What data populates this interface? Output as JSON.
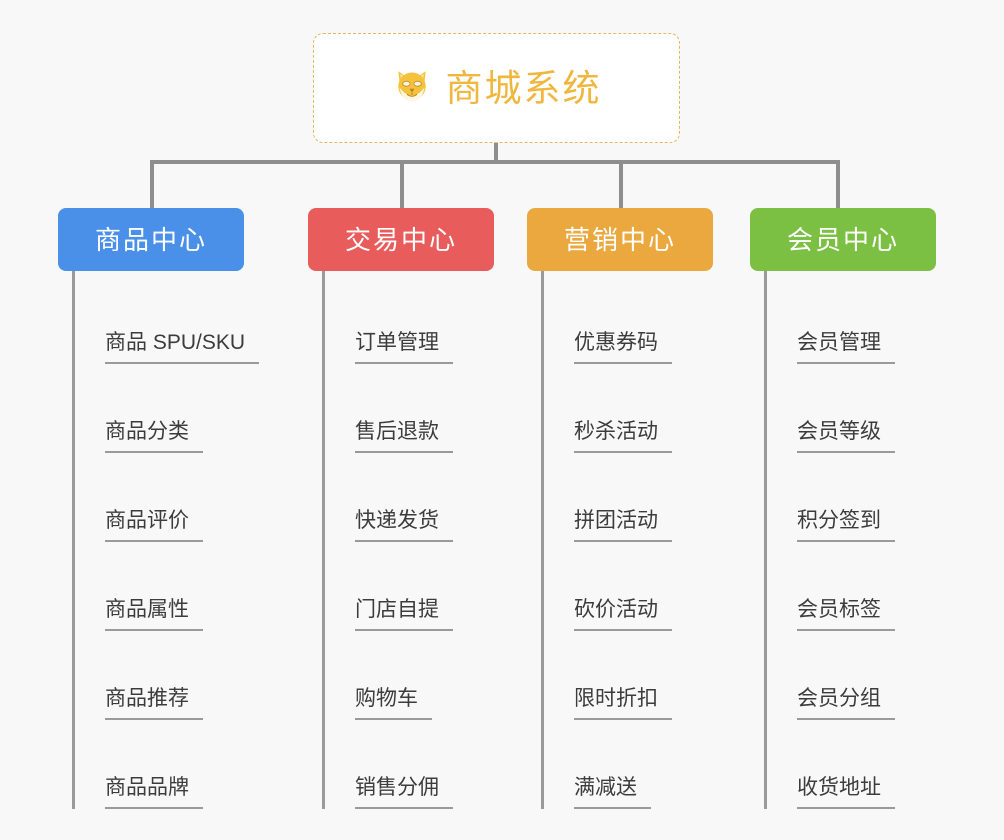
{
  "background_color": "#f8f8f8",
  "root": {
    "icon": "shiba-dog-face-icon",
    "icon_glyph": "🐕",
    "title": "商城系统",
    "title_color": "#f0b73f",
    "border_color": "#e8b45c"
  },
  "connector_color": "#8e8e8e",
  "columns": [
    {
      "id": "product-center",
      "label": "商品中心",
      "color": "#4a90e8",
      "items": [
        "商品 SPU/SKU",
        "商品分类",
        "商品评价",
        "商品属性",
        "商品推荐",
        "商品品牌"
      ]
    },
    {
      "id": "trade-center",
      "label": "交易中心",
      "color": "#e85c5c",
      "items": [
        "订单管理",
        "售后退款",
        "快递发货",
        "门店自提",
        "购物车",
        "销售分佣"
      ]
    },
    {
      "id": "marketing-center",
      "label": "营销中心",
      "color": "#eaa83e",
      "items": [
        "优惠券码",
        "秒杀活动",
        "拼团活动",
        "砍价活动",
        "限时折扣",
        "满减送"
      ]
    },
    {
      "id": "member-center",
      "label": "会员中心",
      "color": "#7cc043",
      "items": [
        "会员管理",
        "会员等级",
        "积分签到",
        "会员标签",
        "会员分组",
        "收货地址"
      ]
    }
  ]
}
